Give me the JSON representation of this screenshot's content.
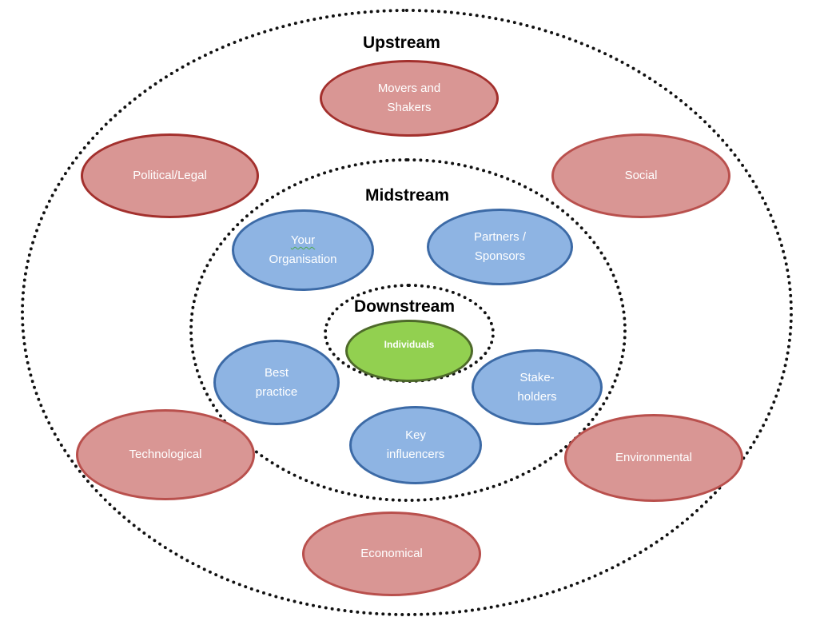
{
  "colors": {
    "external_fill": "#d99694",
    "external_border": "#b9504d",
    "organisation_fill": "#8eb4e3",
    "organisation_border": "#3c6aa6",
    "individual_fill": "#92d050",
    "individual_border": "#4e6a2a",
    "ring_stroke": "#111111"
  },
  "rings": {
    "upstream": "Upstream",
    "midstream": "Midstream",
    "downstream": "Downstream"
  },
  "upstream_nodes": {
    "movers": "Movers and\nShakers",
    "political": "Political/Legal",
    "social": "Social",
    "technological": "Technological",
    "environmental": "Environmental",
    "economical": "Economical"
  },
  "midstream_nodes": {
    "your_word": "Your",
    "organisation_word": "Organisation",
    "partners": "Partners /\nSponsors",
    "best_practice": "Best\npractice",
    "stakeholders": "Stake-\nholders",
    "key_influencers": "Key\ninfluencers"
  },
  "downstream_nodes": {
    "individuals": "Individuals"
  }
}
